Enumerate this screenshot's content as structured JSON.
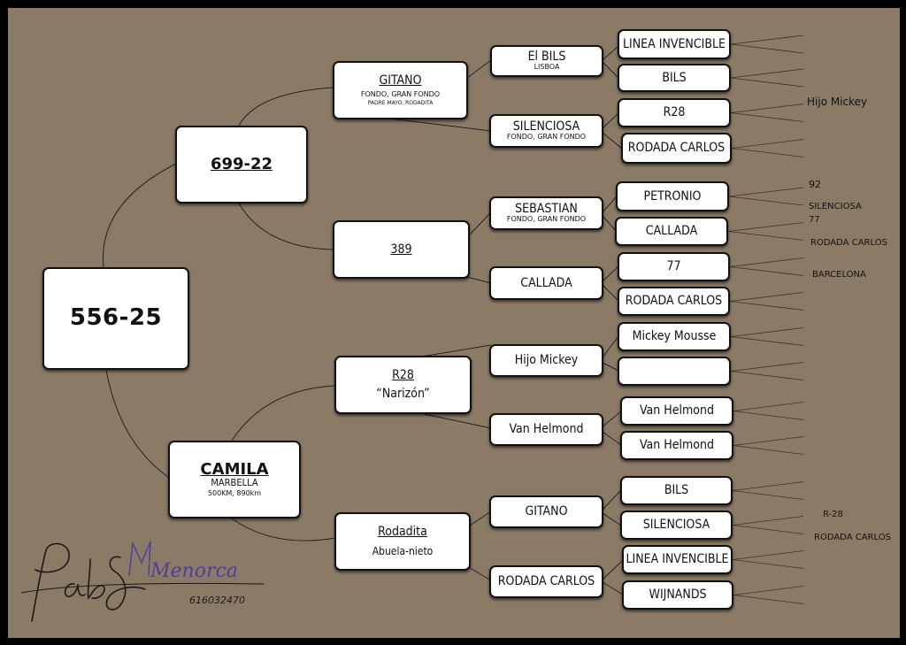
{
  "root": {
    "name": "556-25"
  },
  "sire": {
    "name": "699-22"
  },
  "dam": {
    "name": "CAMILA",
    "sub": "MARBELLA",
    "detail": "500KM, 890km"
  },
  "gen2": {
    "ss": {
      "name": "GITANO",
      "sub": "FONDO, GRAN FONDO",
      "sub2": "PADRE MAYO, RODADITA"
    },
    "sd": {
      "name": "389"
    },
    "ds": {
      "name": "R28",
      "sub": "“Narizón”"
    },
    "dd": {
      "name": "Rodadita",
      "sub": "Abuela-nieto"
    }
  },
  "gen3": {
    "sss": {
      "name": "El BILS",
      "sub": "LISBOA"
    },
    "ssd": {
      "name": "SILENCIOSA",
      "sub": "FONDO, GRAN FONDO"
    },
    "sds": {
      "name": "SEBASTIAN",
      "sub": "FONDO, GRAN FONDO"
    },
    "sdd": {
      "name": "CALLADA"
    },
    "dss": {
      "name": "Hijo Mickey"
    },
    "dsd": {
      "name": "Van Helmond"
    },
    "dds": {
      "name": "GITANO"
    },
    "ddd": {
      "name": "RODADA CARLOS"
    }
  },
  "gen4": [
    "LINEA INVENCIBLE",
    "BILS",
    "R28",
    "RODADA CARLOS",
    "PETRONIO",
    "CALLADA",
    "77",
    "RODADA CARLOS",
    "Mickey Mousse",
    "",
    "Van Helmond",
    "Van Helmond",
    "BILS",
    "SILENCIOSA",
    "LINEA INVENCIBLE",
    "WIJNANDS"
  ],
  "notes": {
    "n1": "Hijo Mickey",
    "n2": "92",
    "n3": "SILENCIOSA",
    "n4": "77",
    "n5": "RODADA CARLOS",
    "n6": "BARCELONA",
    "n7": "R-28",
    "n8": "RODADA CARLOS"
  },
  "signature": {
    "script": "Pab",
    "name": "Menorca",
    "phone": "616032470"
  },
  "colors": {
    "background": "#8b7b66",
    "box": "#ffffff",
    "signature_accent": "#4b3f9e"
  }
}
